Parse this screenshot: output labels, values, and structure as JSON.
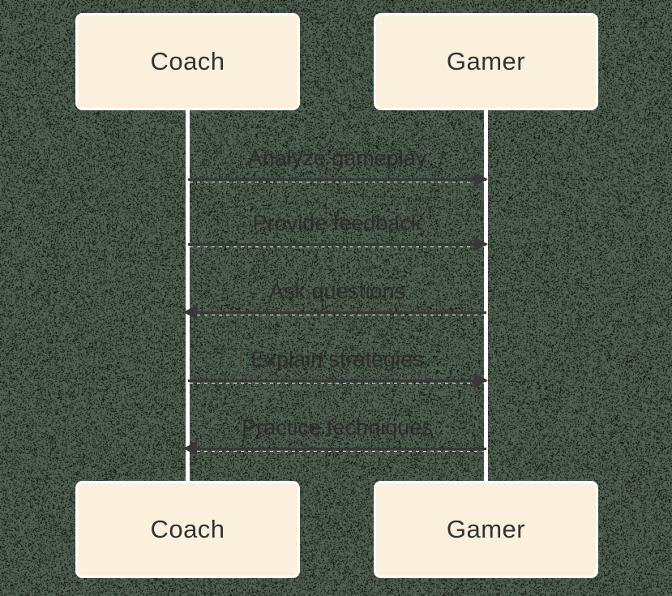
{
  "diagram": {
    "type": "sequence-diagram",
    "actors": [
      {
        "id": "coach",
        "label": "Coach"
      },
      {
        "id": "gamer",
        "label": "Gamer"
      }
    ],
    "messages": [
      {
        "from": "coach",
        "to": "gamer",
        "direction": "right",
        "line_style": "solid",
        "label": "Analyze gameplay"
      },
      {
        "from": "coach",
        "to": "gamer",
        "direction": "right",
        "line_style": "solid",
        "label": "Provide feedback"
      },
      {
        "from": "gamer",
        "to": "coach",
        "direction": "left",
        "line_style": "solid",
        "label": "Ask questions"
      },
      {
        "from": "coach",
        "to": "gamer",
        "direction": "right",
        "line_style": "solid",
        "label": "Explain strategies"
      },
      {
        "from": "gamer",
        "to": "coach",
        "direction": "left",
        "line_style": "solid",
        "label": "Practice techniques"
      }
    ],
    "colors": {
      "background_green": "#4e5e50",
      "noise_black": "#11160f",
      "actor_fill": "#fbf0dc",
      "actor_border": "#ffffff",
      "actor_text": "#333333",
      "message_line": "#383838",
      "message_text": "#2d2d2d",
      "lifeline": "#ffffff",
      "dash_highlight": "#ffffff"
    }
  }
}
